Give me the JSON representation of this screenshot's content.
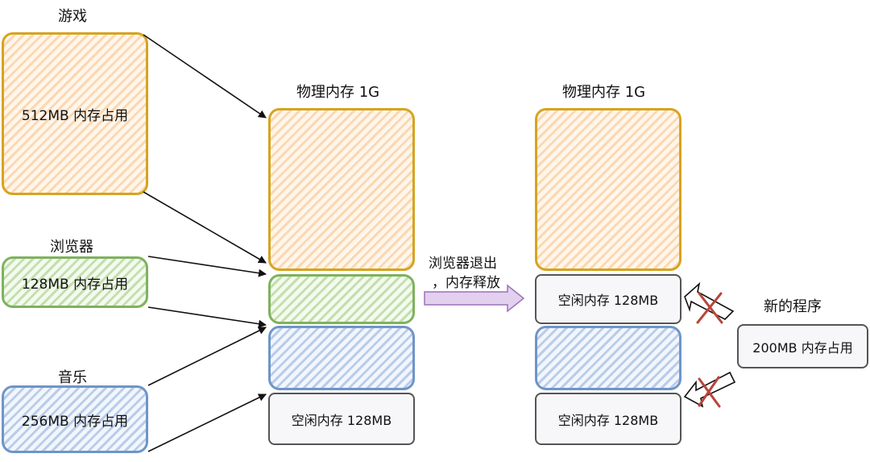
{
  "left": {
    "game": {
      "title": "游戏",
      "text": "512MB 内存占用"
    },
    "browser": {
      "title": "浏览器",
      "text": "128MB 内存占用"
    },
    "music": {
      "title": "音乐",
      "text": "256MB 内存占用"
    }
  },
  "memory_before": {
    "title": "物理内存 1G",
    "free_text": "空闲内存 128MB"
  },
  "transition": {
    "line1": "浏览器退出",
    "line2": "，内存释放"
  },
  "memory_after": {
    "title": "物理内存 1G",
    "free_top_text": "空闲内存 128MB",
    "free_bottom_text": "空闲内存 128MB"
  },
  "new_program": {
    "title": "新的程序",
    "text": "200MB 内存占用"
  },
  "colors": {
    "orange": "#d6a420",
    "green": "#7fb25e",
    "blue": "#6f95c9",
    "arrow_purple": "#e3d0ef",
    "cross": "#b8463a"
  }
}
